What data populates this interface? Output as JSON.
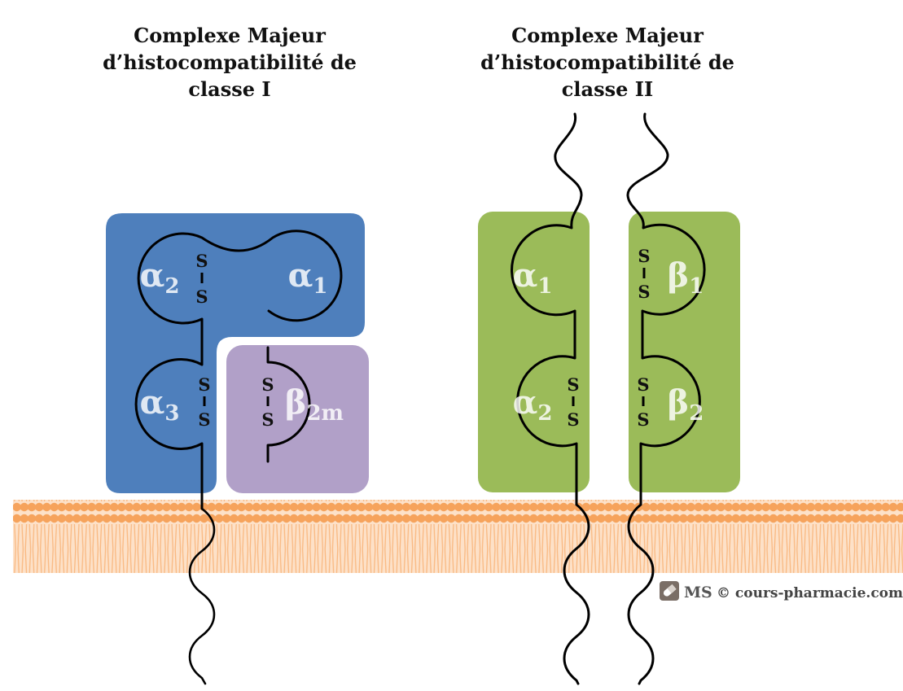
{
  "titles": {
    "class1": {
      "line1": "Complexe Majeur",
      "line2": "d’histocompatibilité de",
      "line3": "classe I"
    },
    "class2": {
      "line1": "Complexe Majeur",
      "line2": "d’histocompatibilité de",
      "line3": "classe II"
    }
  },
  "domains": {
    "mhc1": {
      "alpha1": {
        "base": "α",
        "sub": "1"
      },
      "alpha2": {
        "base": "α",
        "sub": "2"
      },
      "alpha3": {
        "base": "α",
        "sub": "3"
      },
      "beta2m": {
        "base": "β",
        "sub": "2m"
      }
    },
    "mhc2": {
      "alpha1": {
        "base": "α",
        "sub": "1"
      },
      "alpha2": {
        "base": "α",
        "sub": "2"
      },
      "beta1": {
        "base": "β",
        "sub": "1"
      },
      "beta2": {
        "base": "β",
        "sub": "2"
      }
    }
  },
  "disulfide_label": "S",
  "credit": {
    "logo": "MS",
    "text": "© cours-pharmacie.com"
  },
  "colors": {
    "mhc1_heavy": "#4e7fbc",
    "beta2m": "#b1a0c8",
    "mhc2": "#9bbb59",
    "membrane_head": "#f6a35c",
    "membrane_tail": "#fbd0ac"
  }
}
